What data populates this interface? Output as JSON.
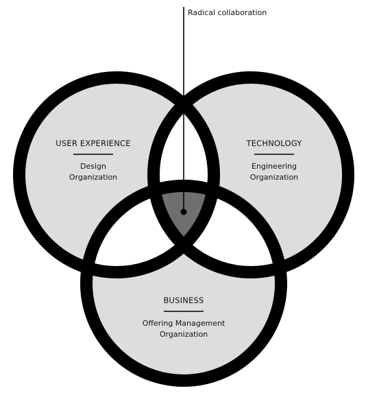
{
  "callout": {
    "text": "Radical collaboration"
  },
  "sets": [
    {
      "id": "ux",
      "title": "USER EXPERIENCE",
      "lines": [
        "Design",
        "Organization"
      ]
    },
    {
      "id": "tech",
      "title": "TECHNOLOGY",
      "lines": [
        "Engineering",
        "Organization"
      ]
    },
    {
      "id": "biz",
      "title": "BUSINESS",
      "lines": [
        "Offering Management",
        "Organization"
      ]
    }
  ],
  "colors": {
    "ring": "#000000",
    "fill": "#dddddd",
    "pairwise": "#ffffff",
    "center": "#6f6f6f"
  }
}
